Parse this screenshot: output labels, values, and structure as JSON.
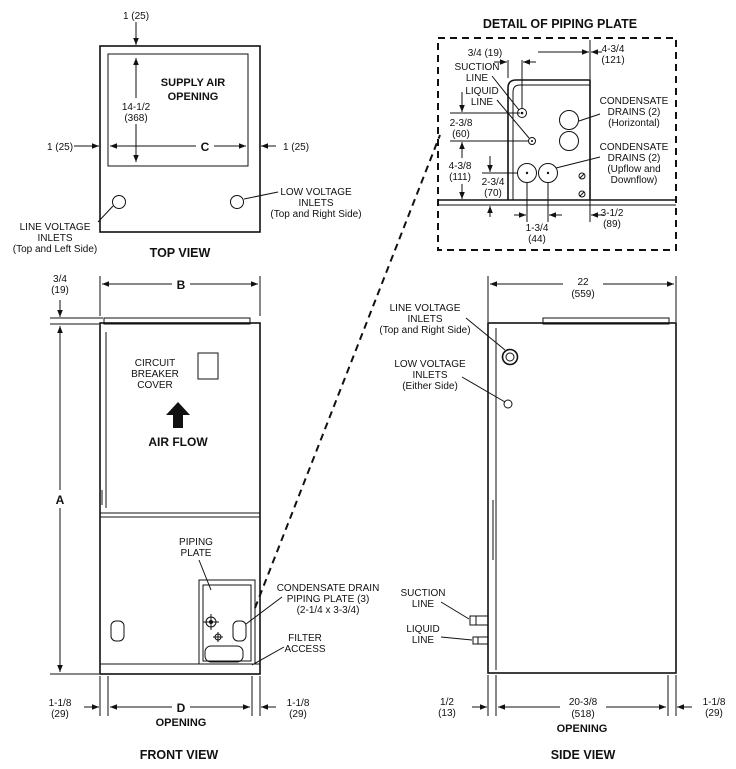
{
  "top_view": {
    "title": "TOP VIEW",
    "dim_top": "1 (25)",
    "dim_left": "1 (25)",
    "dim_right": "1 (25)",
    "dim_height_1": "14-1/2",
    "dim_height_2": "(368)",
    "dim_c": "C",
    "supply_1": "SUPPLY AIR",
    "supply_2": "OPENING",
    "lvi_1": "LINE VOLTAGE",
    "lvi_2": "INLETS",
    "lvi_3": "(Top and Left Side)",
    "lowv_1": "LOW VOLTAGE",
    "lowv_2": "INLETS",
    "lowv_3": "(Top and Right Side)"
  },
  "detail": {
    "title": "DETAIL OF PIPING PLATE",
    "d34": "3/4 (19)",
    "suction_1": "SUCTION",
    "suction_2": "LINE",
    "liquid_1": "LIQUID",
    "liquid_2": "LINE",
    "d2_38_1": "2-3/8",
    "d2_38_2": "(60)",
    "d4_38_1": "4-3/8",
    "d4_38_2": "(111)",
    "d2_34_1": "2-3/4",
    "d2_34_2": "(70)",
    "d4_34_1": "4-3/4",
    "d4_34_2": "(121)",
    "cdh_1": "CONDENSATE",
    "cdh_2": "DRAINS (2)",
    "cdh_3": "(Horizontal)",
    "cdu_1": "CONDENSATE",
    "cdu_2": "DRAINS (2)",
    "cdu_3": "(Upflow and",
    "cdu_4": "Downflow)",
    "d1_34_1": "1-3/4",
    "d1_34_2": "(44)",
    "d3_12_1": "3-1/2",
    "d3_12_2": "(89)"
  },
  "front_view": {
    "title": "FRONT VIEW",
    "dim_top_1": "3/4",
    "dim_top_2": "(19)",
    "dim_b": "B",
    "dim_a": "A",
    "cb_1": "CIRCUIT",
    "cb_2": "BREAKER",
    "cb_3": "COVER",
    "air_flow": "AIR FLOW",
    "pp_1": "PIPING",
    "pp_2": "PLATE",
    "cdp_1": "CONDENSATE DRAIN",
    "cdp_2": "PIPING PLATE (3)",
    "cdp_3": "(2-1/4 x 3-3/4)",
    "filter_1": "FILTER",
    "filter_2": "ACCESS",
    "dim_bl_1": "1-1/8",
    "dim_bl_2": "(29)",
    "dim_br_1": "1-1/8",
    "dim_br_2": "(29)",
    "dim_d": "D",
    "opening": "OPENING"
  },
  "side_view": {
    "title": "SIDE VIEW",
    "dim_22_1": "22",
    "dim_22_2": "(559)",
    "lvi_1": "LINE VOLTAGE",
    "lvi_2": "INLETS",
    "lvi_3": "(Top and Right Side)",
    "lowv_1": "LOW VOLTAGE",
    "lowv_2": "INLETS",
    "lowv_3": "(Either Side)",
    "suction_1": "SUCTION",
    "suction_2": "LINE",
    "liquid_1": "LIQUID",
    "liquid_2": "LINE",
    "dim_bl_1": "1/2",
    "dim_bl_2": "(13)",
    "dim_mid_1": "20-3/8",
    "dim_mid_2": "(518)",
    "opening": "OPENING",
    "dim_br_1": "1-1/8",
    "dim_br_2": "(29)"
  }
}
